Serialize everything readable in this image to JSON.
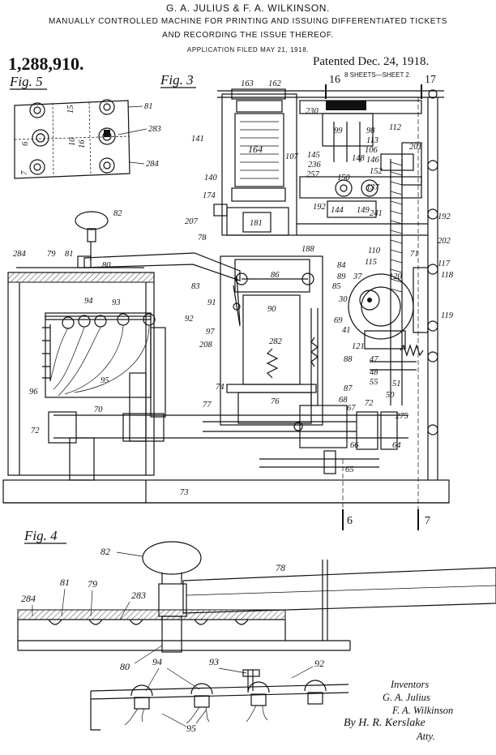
{
  "header": {
    "inventors_line": "G. A. JULIUS & F. A. WILKINSON.",
    "title_line_1": "MANUALLY CONTROLLED MACHINE FOR PRINTING AND ISSUING DIFFERENTIATED TICKETS",
    "title_line_2": "AND RECORDING THE ISSUE THEREOF.",
    "application_line": "APPLICATION FILED MAY 21, 1918."
  },
  "patent_number": "1,288,910.",
  "patented": "Patented Dec. 24, 1918.",
  "sheets": "8 SHEETS—SHEET 2.",
  "figures": {
    "fig5": "Fig. 5",
    "fig3": "Fig. 3",
    "fig4": "Fig. 4"
  },
  "section_marks": [
    "16",
    "17",
    "6",
    "7"
  ],
  "fig5_labels": [
    "81",
    "283",
    "284",
    "15",
    "16",
    "6",
    "7",
    "10"
  ],
  "fig3_labels": [
    "163",
    "162",
    "230",
    "141",
    "164",
    "107",
    "145",
    "236",
    "257",
    "140",
    "174",
    "181",
    "99",
    "98",
    "113",
    "106",
    "146",
    "152",
    "150",
    "148",
    "137",
    "144",
    "149",
    "241",
    "112",
    "201",
    "192",
    "192",
    "82",
    "207",
    "78",
    "188",
    "202",
    "284",
    "79",
    "81",
    "80",
    "110",
    "115",
    "71",
    "117",
    "118",
    "84",
    "89",
    "85",
    "120",
    "37",
    "83",
    "86",
    "93",
    "94",
    "30",
    "90",
    "91",
    "69",
    "92",
    "41",
    "97",
    "208",
    "119",
    "282",
    "121",
    "88",
    "47",
    "95",
    "48",
    "55",
    "51",
    "74",
    "87",
    "96",
    "76",
    "50",
    "68",
    "72",
    "77",
    "67",
    "70",
    "275",
    "72",
    "66",
    "64",
    "65",
    "73"
  ],
  "fig4_labels": [
    "82",
    "78",
    "81",
    "79",
    "283",
    "284",
    "80",
    "94",
    "93",
    "92",
    "95"
  ],
  "inventors": {
    "heading": "Inventors",
    "name_1": "G. A. Julius",
    "name_2": "F. A. Wilkinson",
    "by_line": "By H. R. Kerslake",
    "attorney": "Atty."
  }
}
